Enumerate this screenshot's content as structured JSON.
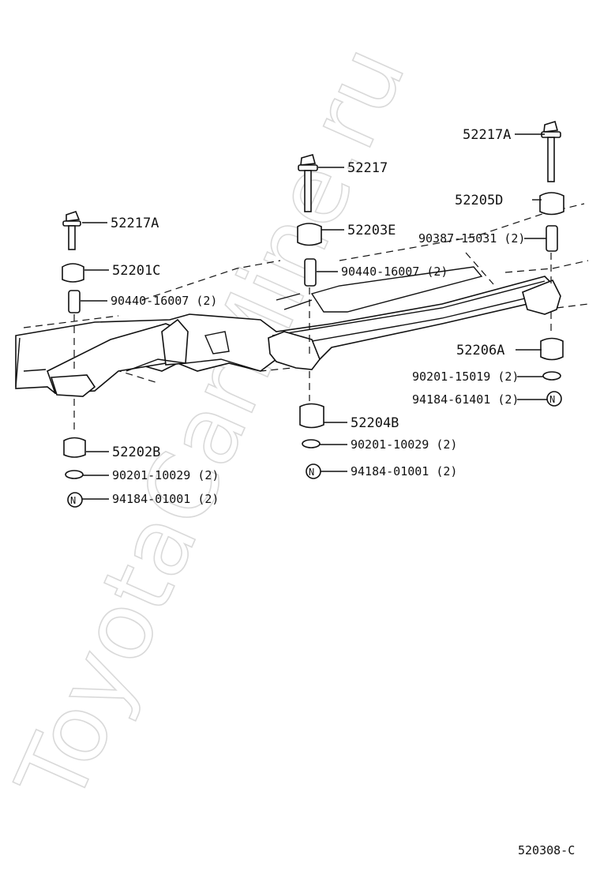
{
  "watermark": "ToyotaCarMine.ru",
  "diagram_code": "520308-C",
  "callouts": [
    {
      "id": "c1",
      "text": "52217A"
    },
    {
      "id": "c2",
      "text": "52217"
    },
    {
      "id": "c3",
      "text": "52205D"
    },
    {
      "id": "c4",
      "text": "52217A"
    },
    {
      "id": "c5",
      "text": "52203E"
    },
    {
      "id": "c6",
      "text": "90387-15031 (2)"
    },
    {
      "id": "c7",
      "text": "52201C"
    },
    {
      "id": "c8",
      "text": "90440-16007 (2)"
    },
    {
      "id": "c9",
      "text": "90440-16007 (2)"
    },
    {
      "id": "c10",
      "text": "52206A"
    },
    {
      "id": "c11",
      "text": "90201-15019 (2)"
    },
    {
      "id": "c12",
      "text": "94184-61401 (2)"
    },
    {
      "id": "c13",
      "text": "52204B"
    },
    {
      "id": "c14",
      "text": "90201-10029 (2)"
    },
    {
      "id": "c15",
      "text": "94184-01001 (2)"
    },
    {
      "id": "c16",
      "text": "52202B"
    },
    {
      "id": "c17",
      "text": "90201-10029 (2)"
    },
    {
      "id": "c18",
      "text": "94184-01001 (2)"
    }
  ],
  "nut_symbol": "N"
}
